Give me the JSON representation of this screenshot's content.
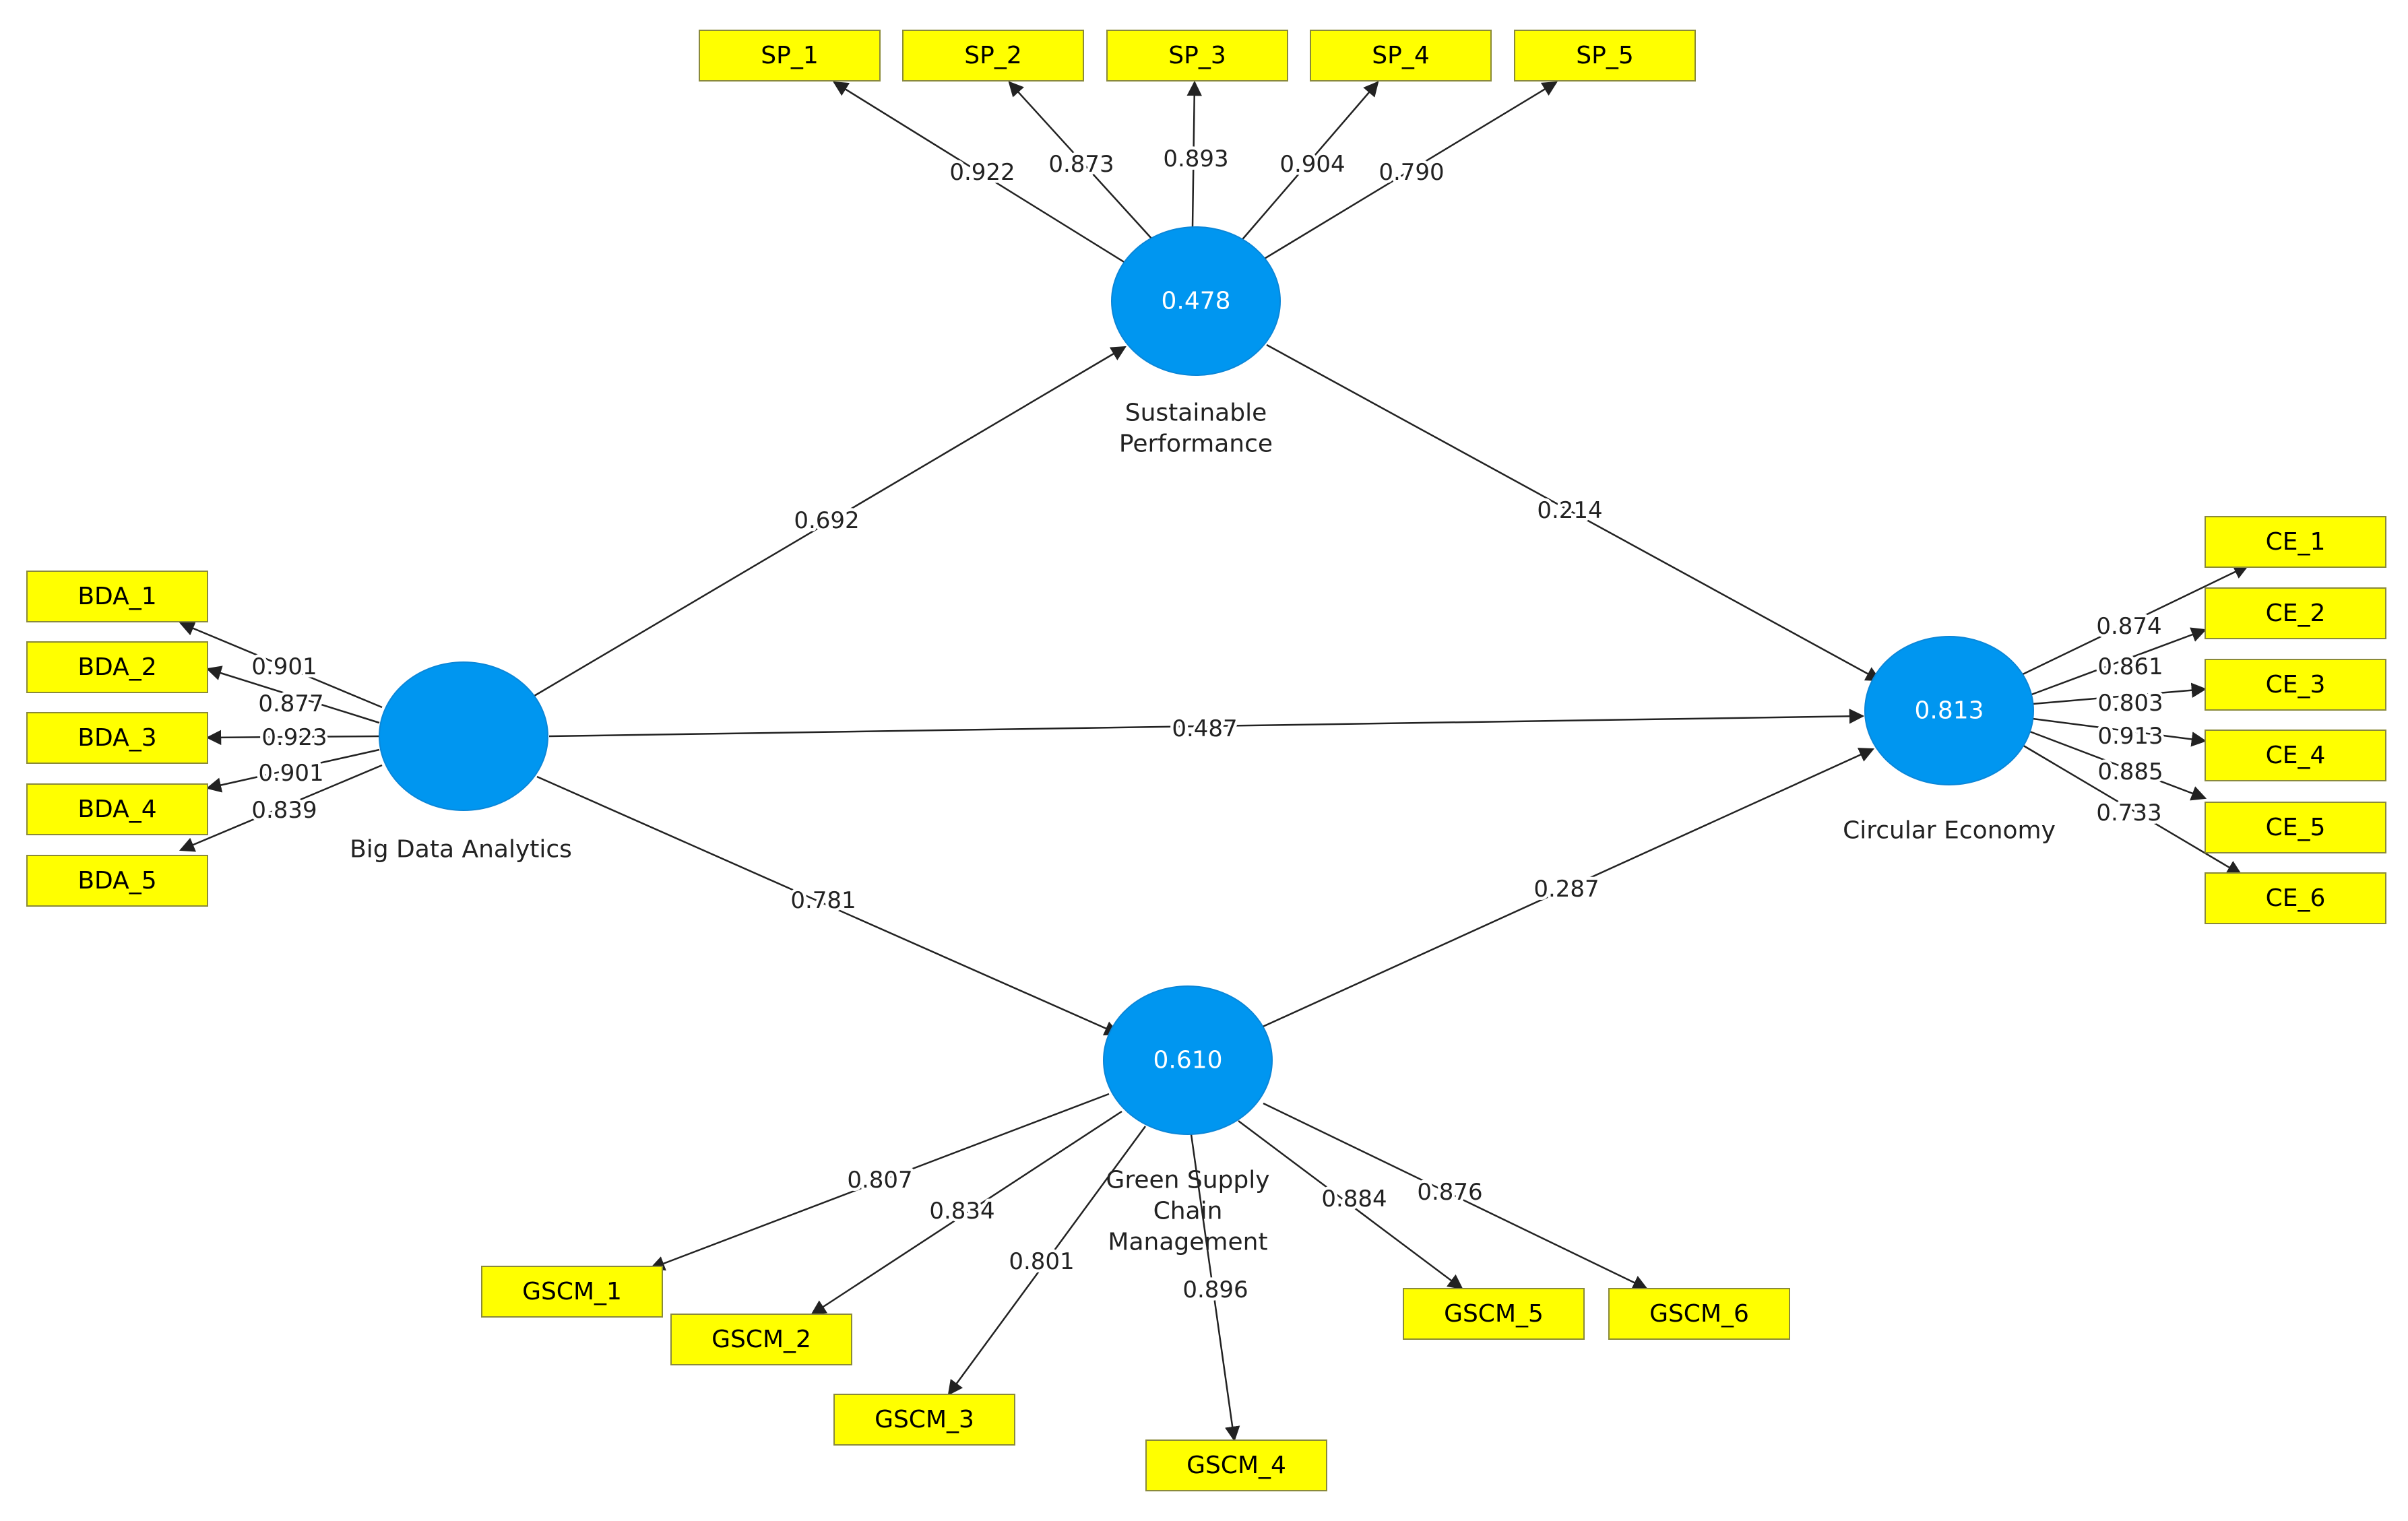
{
  "colors": {
    "construct_fill": "#0096f0",
    "indicator_fill": "#ffff00",
    "indicator_border": "#8a8a3a",
    "arrow": "#222222"
  },
  "constructs": [
    {
      "id": "bda",
      "name_lines": [
        "Big Data Analytics"
      ],
      "r_squared": ""
    },
    {
      "id": "sp",
      "name_lines": [
        "Sustainable",
        "Performance"
      ],
      "r_squared": "0.478"
    },
    {
      "id": "gscm",
      "name_lines": [
        "Green Supply",
        "Chain",
        "Management"
      ],
      "r_squared": "0.610"
    },
    {
      "id": "ce",
      "name_lines": [
        "Circular Economy"
      ],
      "r_squared": "0.813"
    }
  ],
  "paths": [
    {
      "from": "bda",
      "to": "sp",
      "coefficient": "0.692"
    },
    {
      "from": "sp",
      "to": "ce",
      "coefficient": "0.214"
    },
    {
      "from": "bda",
      "to": "ce",
      "coefficient": "0.487"
    },
    {
      "from": "bda",
      "to": "gscm",
      "coefficient": "0.781"
    },
    {
      "from": "gscm",
      "to": "ce",
      "coefficient": "0.287"
    }
  ],
  "indicators": [
    {
      "id": "sp_1",
      "label": "SP_1",
      "construct": "sp",
      "loading": "0.922"
    },
    {
      "id": "sp_2",
      "label": "SP_2",
      "construct": "sp",
      "loading": "0.873"
    },
    {
      "id": "sp_3",
      "label": "SP_3",
      "construct": "sp",
      "loading": "0.893"
    },
    {
      "id": "sp_4",
      "label": "SP_4",
      "construct": "sp",
      "loading": "0.904"
    },
    {
      "id": "sp_5",
      "label": "SP_5",
      "construct": "sp",
      "loading": "0.790"
    },
    {
      "id": "bda_1",
      "label": "BDA_1",
      "construct": "bda",
      "loading": "0.901"
    },
    {
      "id": "bda_2",
      "label": "BDA_2",
      "construct": "bda",
      "loading": "0.877"
    },
    {
      "id": "bda_3",
      "label": "BDA_3",
      "construct": "bda",
      "loading": "0.923"
    },
    {
      "id": "bda_4",
      "label": "BDA_4",
      "construct": "bda",
      "loading": "0.901"
    },
    {
      "id": "bda_5",
      "label": "BDA_5",
      "construct": "bda",
      "loading": "0.839"
    },
    {
      "id": "ce_1",
      "label": "CE_1",
      "construct": "ce",
      "loading": "0.874"
    },
    {
      "id": "ce_2",
      "label": "CE_2",
      "construct": "ce",
      "loading": "0.861"
    },
    {
      "id": "ce_3",
      "label": "CE_3",
      "construct": "ce",
      "loading": "0.803"
    },
    {
      "id": "ce_4",
      "label": "CE_4",
      "construct": "ce",
      "loading": "0.913"
    },
    {
      "id": "ce_5",
      "label": "CE_5",
      "construct": "ce",
      "loading": "0.885"
    },
    {
      "id": "ce_6",
      "label": "CE_6",
      "construct": "ce",
      "loading": "0.733"
    },
    {
      "id": "gscm_1",
      "label": "GSCM_1",
      "construct": "gscm",
      "loading": "0.807"
    },
    {
      "id": "gscm_2",
      "label": "GSCM_2",
      "construct": "gscm",
      "loading": "0.834"
    },
    {
      "id": "gscm_3",
      "label": "GSCM_3",
      "construct": "gscm",
      "loading": "0.801"
    },
    {
      "id": "gscm_4",
      "label": "GSCM_4",
      "construct": "gscm",
      "loading": "0.896"
    },
    {
      "id": "gscm_5",
      "label": "GSCM_5",
      "construct": "gscm",
      "loading": "0.884"
    },
    {
      "id": "gscm_6",
      "label": "GSCM_6",
      "construct": "gscm",
      "loading": "0.876"
    }
  ]
}
